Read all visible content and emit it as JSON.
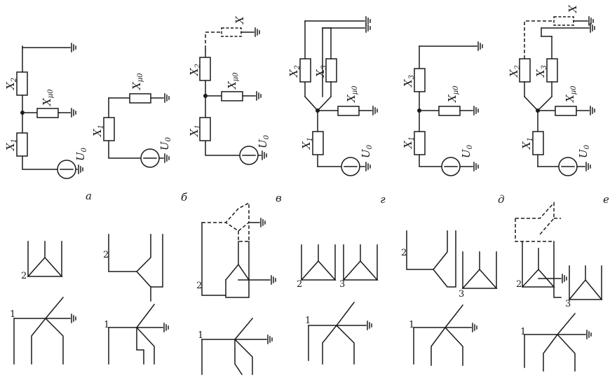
{
  "panels": [
    {
      "letter": "а",
      "x1": "X",
      "x1s": "1",
      "x2": "X",
      "x2s": "2",
      "xm": "X",
      "xms": "μ0",
      "u": "U",
      "us": "0"
    },
    {
      "letter": "б",
      "x1": "X",
      "x1s": "1",
      "xm": "X",
      "xms": "μ0",
      "u": "U",
      "us": "0"
    },
    {
      "letter": "в",
      "x1": "X",
      "x1s": "1",
      "x2": "X",
      "x2s": "2",
      "xm": "X",
      "xms": "μ0",
      "u": "U",
      "us": "0",
      "xt": "X"
    },
    {
      "letter": "г",
      "x1": "X",
      "x1s": "1",
      "x2": "X",
      "x2s": "2",
      "x3": "X",
      "x3s": "3",
      "xm": "X",
      "xms": "μ0",
      "u": "U",
      "us": "0"
    },
    {
      "letter": "д",
      "x1": "X",
      "x1s": "1",
      "x3": "X",
      "x3s": "3",
      "xm": "X",
      "xms": "μ0",
      "u": "U",
      "us": "0"
    },
    {
      "letter": "е",
      "x1": "X",
      "x1s": "1",
      "x2": "X",
      "x2s": "2",
      "x3": "X",
      "x3s": "3",
      "xm": "X",
      "xms": "μ0",
      "u": "U",
      "us": "0",
      "xt": "X"
    }
  ],
  "winding_labels": {
    "a": [
      "1",
      "2"
    ],
    "b": [
      "1",
      "2"
    ],
    "v": [
      "1",
      "2"
    ],
    "g": [
      "1",
      "2",
      "3"
    ],
    "d": [
      "1",
      "2",
      "3"
    ],
    "e": [
      "1",
      "2",
      "3"
    ]
  }
}
